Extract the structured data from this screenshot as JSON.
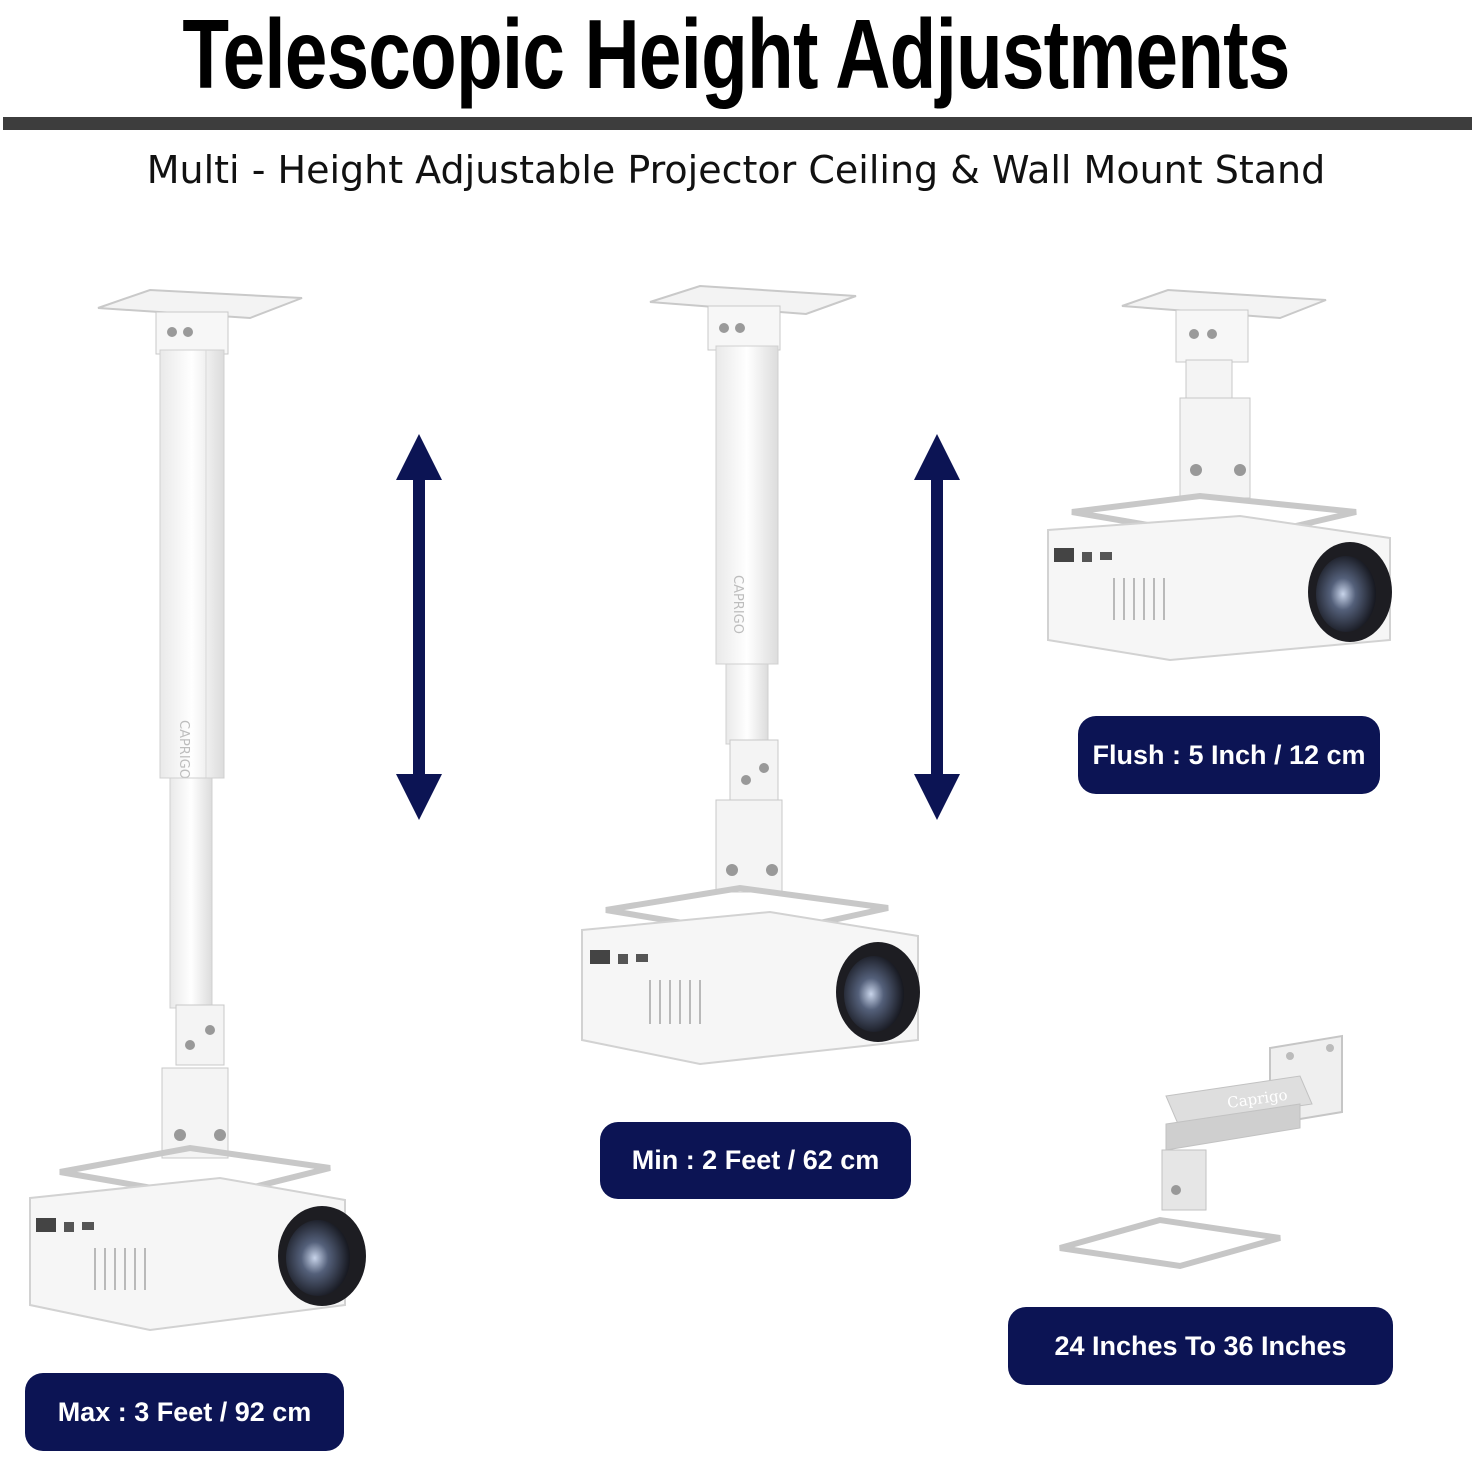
{
  "header": {
    "title": "Telescopic Height Adjustments",
    "subtitle": "Multi - Height Adjustable Projector Ceiling & Wall Mount Stand"
  },
  "products": {
    "brand": "CAPRIGO",
    "wall_brand": "Caprigo"
  },
  "labels": {
    "max": "Max : 3 Feet / 92 cm",
    "min": "Min : 2 Feet / 62 cm",
    "flush": "Flush : 5 Inch / 12 cm",
    "wall": "24 Inches To 36 Inches"
  },
  "colors": {
    "accent": "#0c1454",
    "rule": "#3d3d3d"
  }
}
